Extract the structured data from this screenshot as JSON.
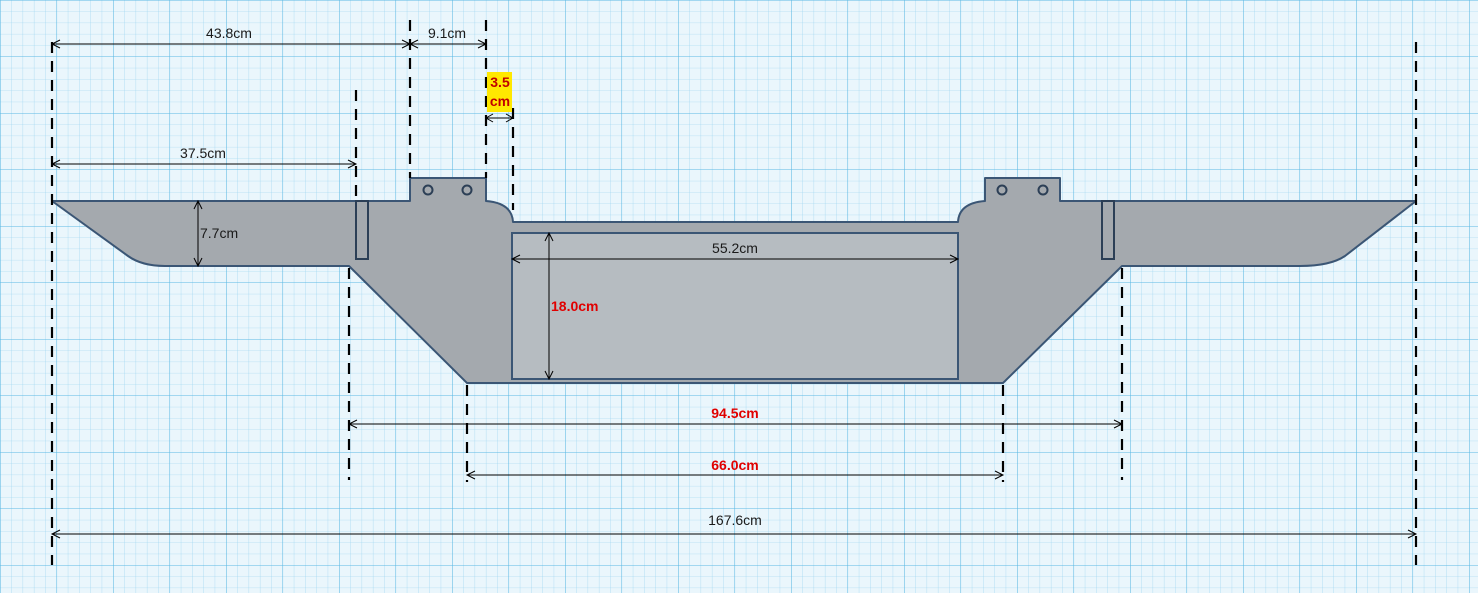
{
  "dimensions": {
    "overall_width": "167.6cm",
    "left_to_post": "43.8cm",
    "post_width": "9.1cm",
    "step_value": "3.5",
    "step_unit": "cm",
    "wing_length": "37.5cm",
    "wing_thickness": "7.7cm",
    "channel_width": "55.2cm",
    "channel_depth": "18.0cm",
    "base_top_width": "94.5cm",
    "base_bottom_width": "66.0cm"
  },
  "colors": {
    "grid_background": "#eaf6fc",
    "part_fill": "#a4a9ae",
    "channel_fill": "#b6bcc1",
    "outline": "#3b5675",
    "highlight_text": "#e00000",
    "highlight_box": "#ffe800"
  }
}
